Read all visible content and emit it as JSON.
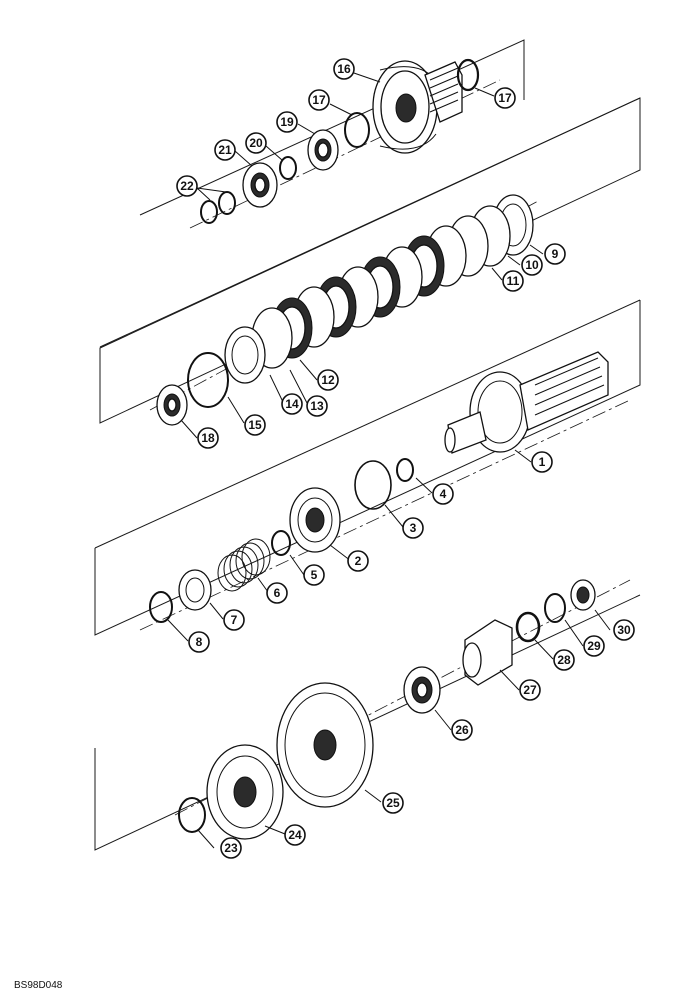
{
  "figure": {
    "code": "BS98D048"
  },
  "callouts": [
    {
      "id": "16",
      "label": "16"
    },
    {
      "id": "17a",
      "label": "17"
    },
    {
      "id": "17b",
      "label": "17"
    },
    {
      "id": "19",
      "label": "19"
    },
    {
      "id": "20",
      "label": "20"
    },
    {
      "id": "21",
      "label": "21"
    },
    {
      "id": "22",
      "label": "22"
    },
    {
      "id": "9",
      "label": "9"
    },
    {
      "id": "10",
      "label": "10"
    },
    {
      "id": "11",
      "label": "11"
    },
    {
      "id": "12",
      "label": "12"
    },
    {
      "id": "13",
      "label": "13"
    },
    {
      "id": "14",
      "label": "14"
    },
    {
      "id": "15",
      "label": "15"
    },
    {
      "id": "18",
      "label": "18"
    },
    {
      "id": "1",
      "label": "1"
    },
    {
      "id": "4",
      "label": "4"
    },
    {
      "id": "3",
      "label": "3"
    },
    {
      "id": "2",
      "label": "2"
    },
    {
      "id": "5",
      "label": "5"
    },
    {
      "id": "6",
      "label": "6"
    },
    {
      "id": "7",
      "label": "7"
    },
    {
      "id": "8",
      "label": "8"
    },
    {
      "id": "30",
      "label": "30"
    },
    {
      "id": "29",
      "label": "29"
    },
    {
      "id": "28",
      "label": "28"
    },
    {
      "id": "27",
      "label": "27"
    },
    {
      "id": "26",
      "label": "26"
    },
    {
      "id": "25",
      "label": "25"
    },
    {
      "id": "24",
      "label": "24"
    },
    {
      "id": "23",
      "label": "23"
    }
  ]
}
